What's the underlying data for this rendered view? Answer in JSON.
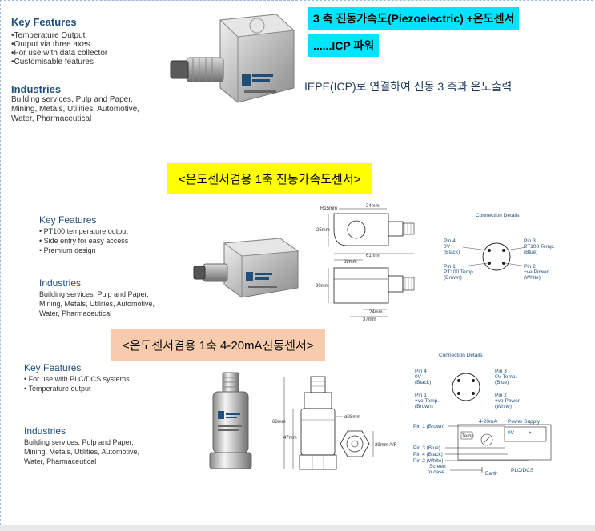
{
  "block1": {
    "features_title": "Key Features",
    "features": [
      "•Temperature Output",
      "•Output via three axes",
      "•For use with data collector",
      "•Customisable features"
    ],
    "industries_title": "Industries",
    "industries_lines": [
      "Building services, Pulp and Paper,",
      "Mining, Metals, Utilities, Automotive,",
      "Water, Pharmaceutical"
    ],
    "headline1": "3 축 진동가속도(Piezoelectric) +온도센서",
    "headline2": "......ICP 파워",
    "description": "IEPE(ICP)로 연결하여 진동 3 축과 온도출력"
  },
  "block2": {
    "banner": "<온도센서겸용 1축 진동가속도센서>",
    "features_title": "Key Features",
    "features": [
      "• PT100 temperature output",
      "• Side entry for easy access",
      "• Premium design"
    ],
    "industries_title": "Industries",
    "industries_lines": [
      "Building services, Pulp and Paper,",
      "Mining, Metals, Utilities, Automotive,",
      "Water, Pharmaceutical"
    ],
    "dims": {
      "r": "R15mm",
      "w24": "24mm",
      "h25": "25mm",
      "w61": "61mm",
      "w29": "29mm",
      "h30": "30mm",
      "w24b": "24mm",
      "w37": "37mm"
    },
    "conn": {
      "title": "Connection Details",
      "pin4": [
        "Pin 4",
        "0V",
        "(Black)"
      ],
      "pin3": [
        "Pin 3",
        "PT100 Temp.",
        "(Blue)"
      ],
      "pin1": [
        "Pin 1",
        "PT100 Temp.",
        "(Brown)"
      ],
      "pin2": [
        "Pin 2",
        "+ve Power",
        "(White)"
      ]
    }
  },
  "block3": {
    "banner": "<온도센서겸용 1축 4-20mA진동센서>",
    "features_title": "Key Features",
    "features": [
      "• For use with PLC/DCS systems",
      "• Temperature output"
    ],
    "industries_title": "Industries",
    "industries_lines": [
      "Building services, Pulp and Paper,",
      "Mining, Metals, Utilities, Automotive,",
      "Water, Pharmaceutical"
    ],
    "dims": {
      "d28": "ø28mm",
      "h68": "68mm",
      "h47": "47mm",
      "af": "29mm A/F"
    },
    "conn": {
      "title": "Connection Details",
      "pin4": [
        "Pin 4",
        "0V",
        "(Black)"
      ],
      "pin3": [
        "Pin 3",
        "0V Temp.",
        "(Blue)"
      ],
      "pin1": [
        "Pin 1",
        "+ve Temp.",
        "(Brown)"
      ],
      "pin2": [
        "Pin 2",
        "+ve Power",
        "(White)"
      ]
    },
    "wiring": {
      "pin1": "Pin 1 (Brown)",
      "ma": "4-20mA",
      "ps": "Power Supply",
      "temp": "Temp",
      "ov": "0V",
      "plus": "+",
      "pin3": "Pin 3 (Blue)",
      "pin4": "Pin 4 (Black)",
      "pin2": "Pin 2 (White)",
      "screen": "Screen",
      "tocase": "to case",
      "earth": "Earth",
      "plc": "PLC/DCS"
    }
  },
  "colors": {
    "accent_blue": "#1f4e79",
    "cyan": "#00e5ff",
    "yellow": "#ffff00",
    "peach": "#f8cbad"
  }
}
